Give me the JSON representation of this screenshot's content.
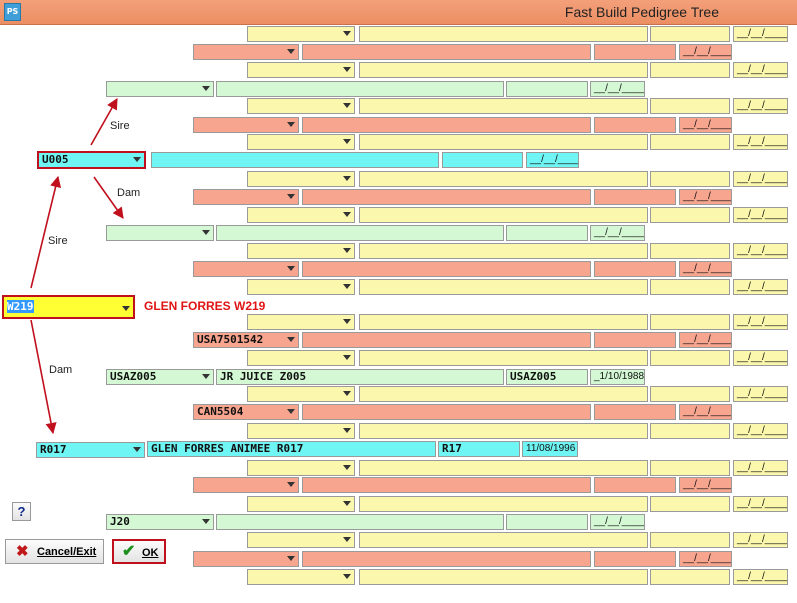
{
  "app": {
    "title": "Fast Build Pedigree Tree",
    "icon_label": "PS"
  },
  "date_placeholder": "__/__/____",
  "subject": {
    "code": "W219",
    "name": "GLEN FORRES  W219"
  },
  "sire_label": "Sire",
  "dam_label": "Dam",
  "sire": {
    "code": "U005"
  },
  "dam": {
    "code": "R017",
    "name": "GLEN FORRES  ANIMEE R017",
    "short": "R17",
    "date": "11/08/1996"
  },
  "dam_sire": {
    "code": "USAZ005",
    "name": "JR JUICE Z005",
    "short": "USAZ005",
    "date": "_1/10/1988"
  },
  "dam_sire_sire": {
    "code": "USA7501542"
  },
  "dam_sire_dam": {
    "code": "CAN5504"
  },
  "dam_dam": {
    "code": "J20"
  },
  "buttons": {
    "help": "?",
    "cancel": "Cancel/Exit",
    "ok": "OK"
  },
  "icons": {
    "dropdown": "chevron-down-icon",
    "cancel": "close-icon",
    "ok": "checkmark-icon"
  },
  "colors": {
    "yellow": "#fbf8ad",
    "salmon": "#f7a58e",
    "green": "#d3f8d3",
    "cyan": "#6ff5f3",
    "title_bar": "#ec8e63",
    "arrow": "#c0101e"
  }
}
